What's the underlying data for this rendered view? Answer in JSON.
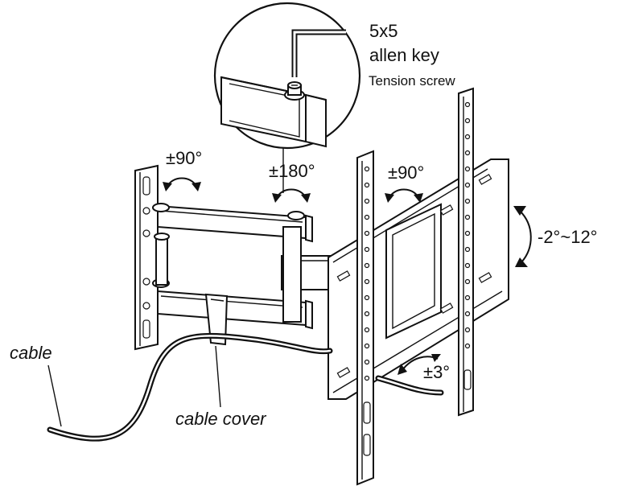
{
  "labels": {
    "allen_key_size": "5x5",
    "allen_key": "allen key",
    "tension_screw": "Tension screw",
    "wall_swivel": "±90°",
    "mid_swivel": "±180°",
    "head_swivel": "±90°",
    "tilt_range": "-2°~12°",
    "level_adjust": "±3°",
    "cable": "cable",
    "cable_cover": "cable cover"
  },
  "icons": {
    "rotation_arrow": "curved-double-arrow-icon",
    "allen_key": "allen-key-icon"
  },
  "colors": {
    "line": "#111111",
    "background": "#ffffff"
  }
}
